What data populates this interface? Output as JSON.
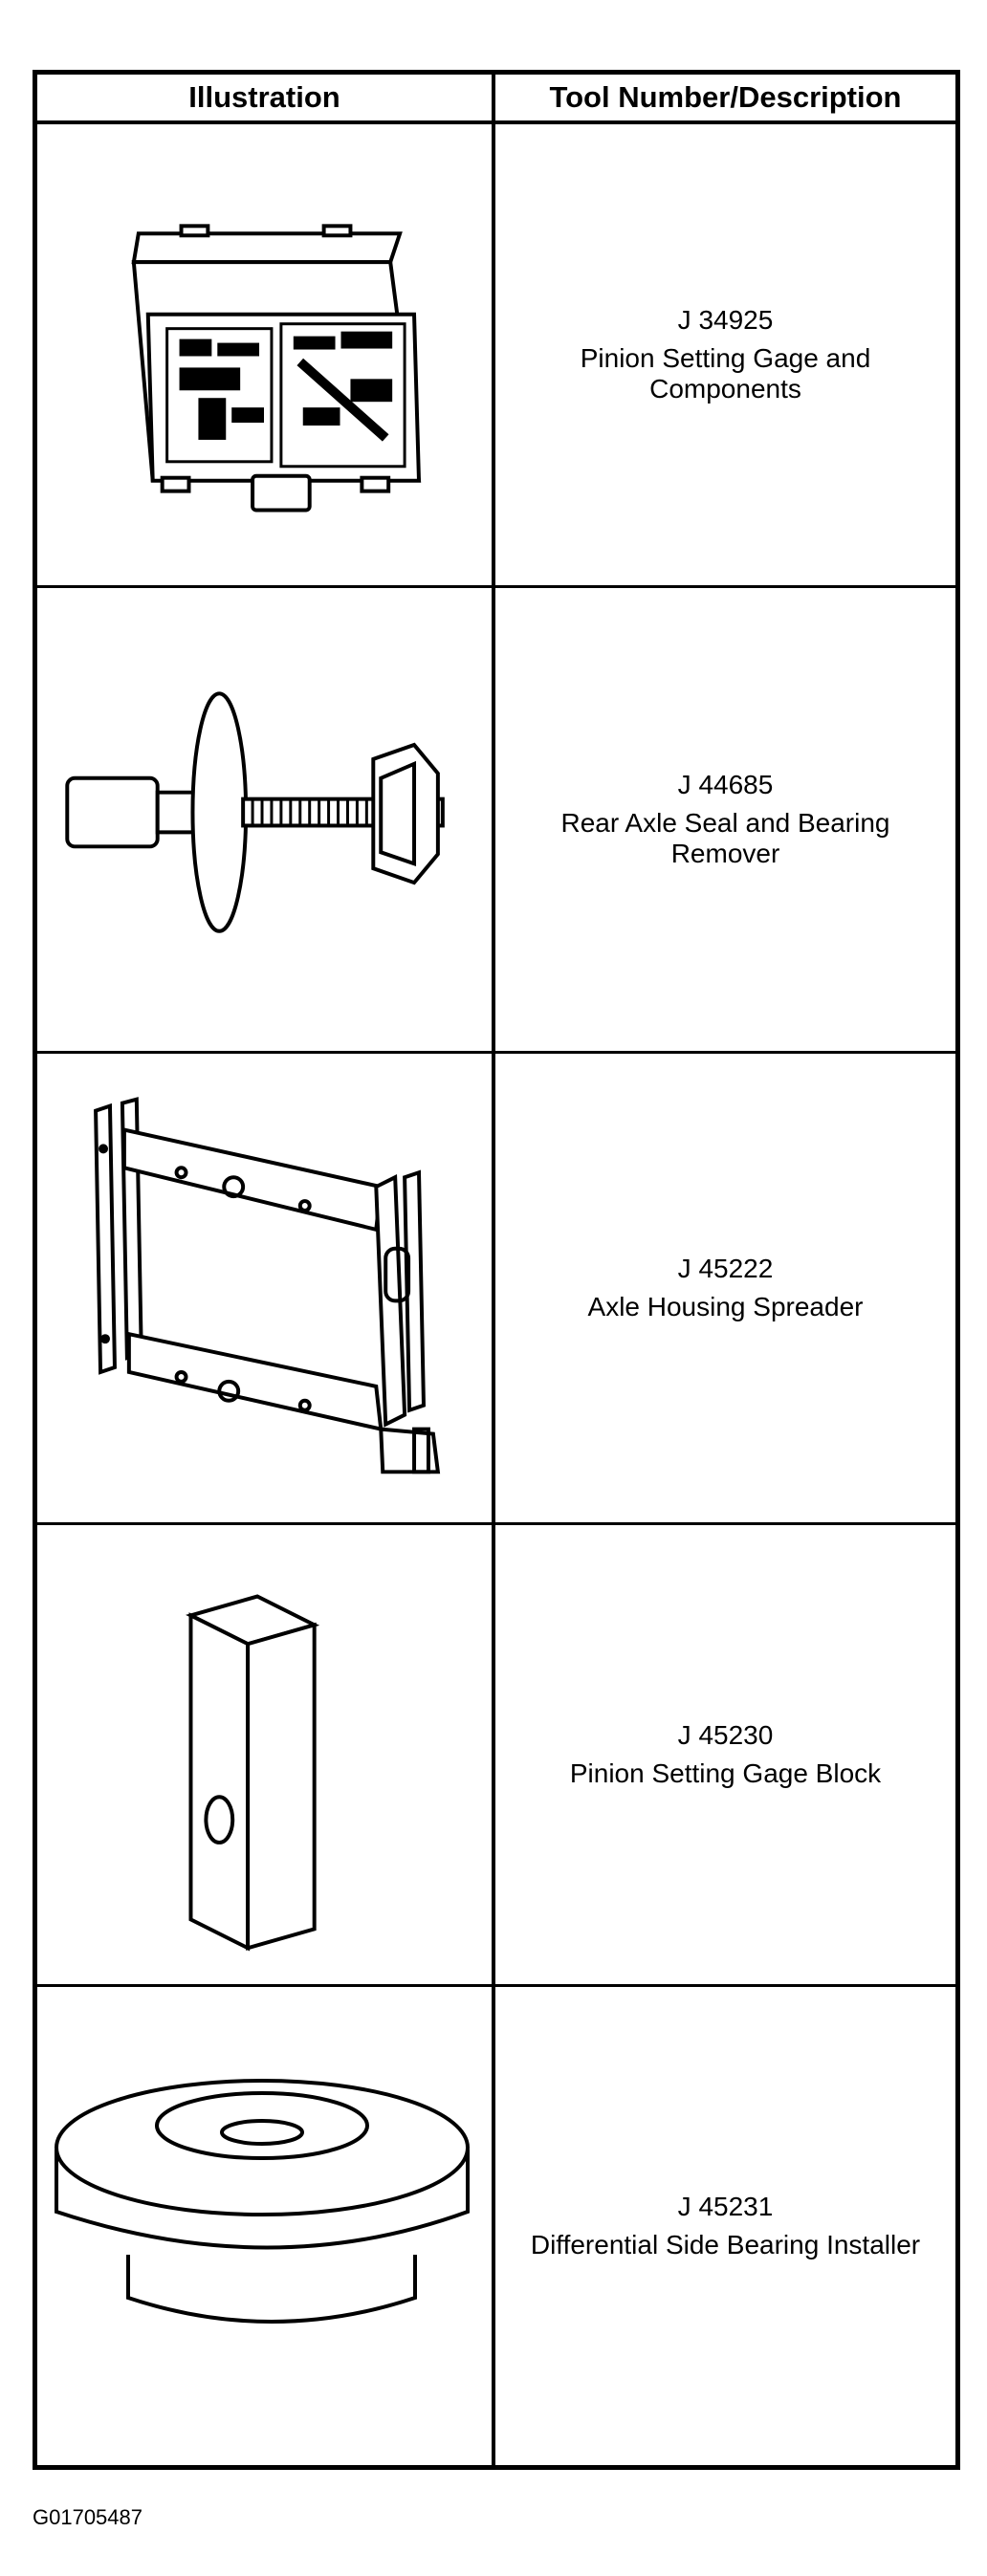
{
  "header": {
    "col1": "Illustration",
    "col2": "Tool Number/Description"
  },
  "tools": [
    {
      "number": "J 34925",
      "description": "Pinion Setting Gage and Components",
      "icon": "tool-case-icon"
    },
    {
      "number": "J 44685",
      "description": "Rear Axle Seal and Bearing Remover",
      "icon": "seal-bearing-remover-icon"
    },
    {
      "number": "J 45222",
      "description": "Axle Housing Spreader",
      "icon": "axle-housing-spreader-icon"
    },
    {
      "number": "J 45230",
      "description": "Pinion Setting Gage Block",
      "icon": "gage-block-icon"
    },
    {
      "number": "J 45231",
      "description": "Differential Side Bearing Installer",
      "icon": "bearing-installer-icon"
    }
  ],
  "caption": "G01705487"
}
